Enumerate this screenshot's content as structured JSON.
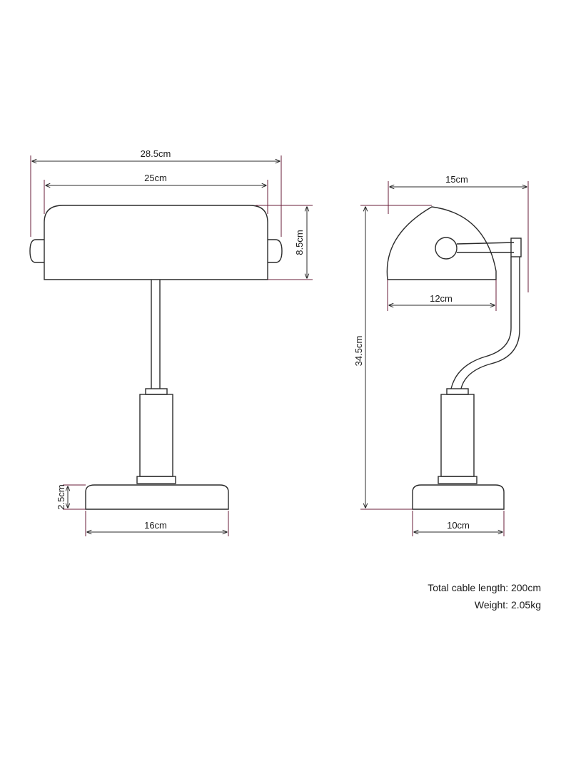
{
  "dimensions": {
    "front_overall_width": "28.5cm",
    "front_shade_width": "25cm",
    "shade_height": "8.5cm",
    "base_height": "2.5cm",
    "front_base_width": "16cm",
    "side_shade_depth": "15cm",
    "side_shade_inner": "12cm",
    "overall_height": "34.5cm",
    "side_base_depth": "10cm"
  },
  "specs": {
    "cable": "Total cable length: 200cm",
    "weight": "Weight: 2.05kg"
  }
}
